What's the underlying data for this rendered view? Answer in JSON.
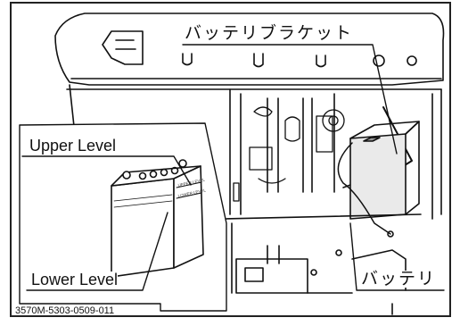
{
  "labels": {
    "bracket": "バッテリブラケット",
    "upper_level": "Upper Level",
    "lower_level": "Lower Level",
    "battery": "バッテリ"
  },
  "part_number": "3570M-5303-0509-011",
  "inset": {
    "battery_top_text": "UPPER LEVEL",
    "battery_side_text": "LOWER LEVEL"
  }
}
